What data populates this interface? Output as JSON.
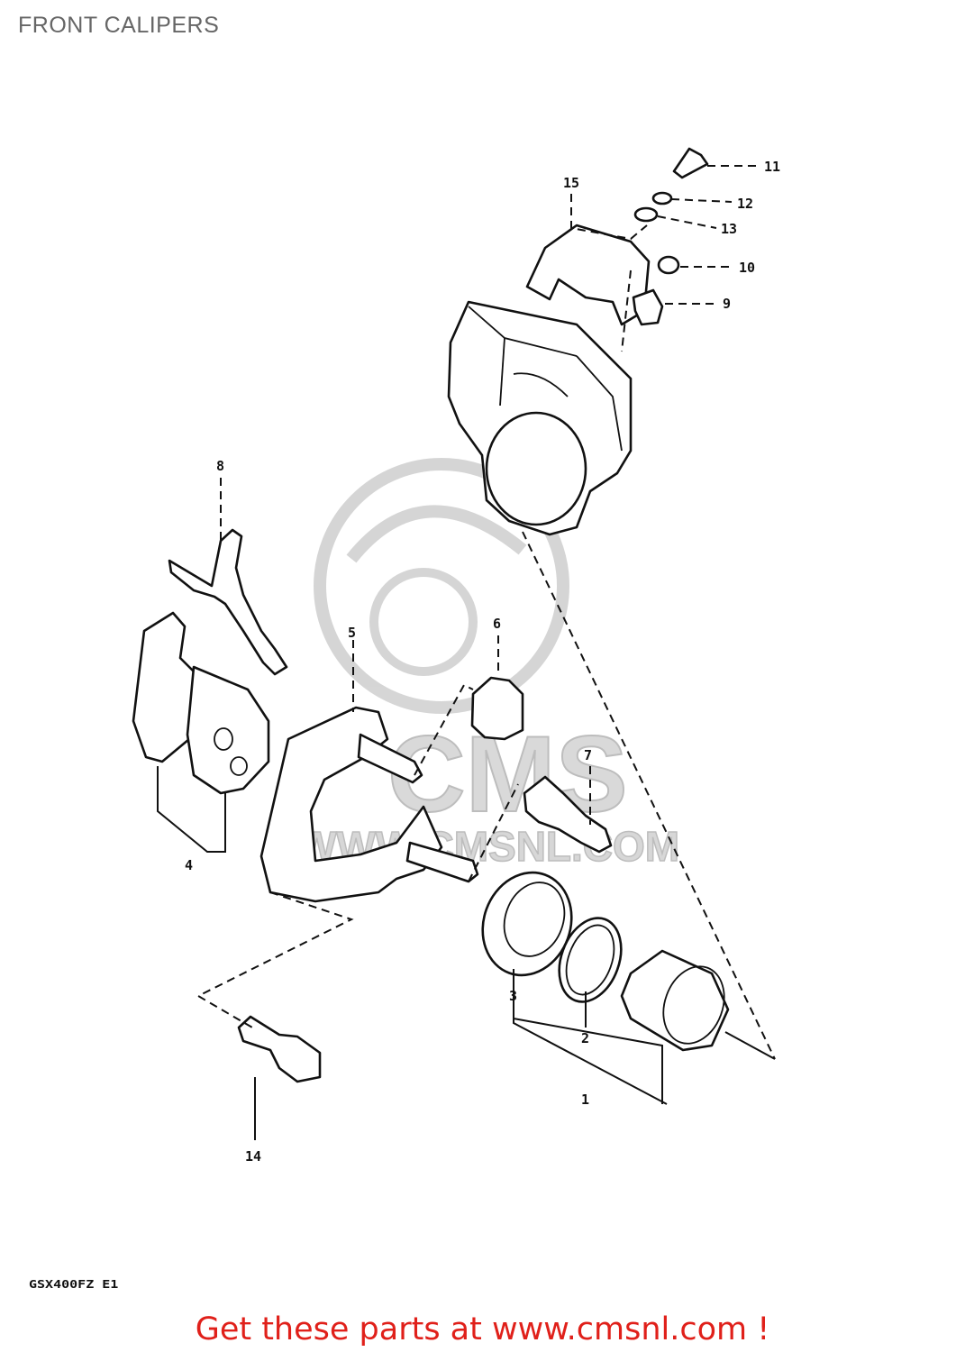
{
  "page": {
    "title": "FRONT CALIPERS"
  },
  "watermark": {
    "brand": "CMS",
    "url": "WWW.CMSNL.COM"
  },
  "callouts": [
    "1",
    "2",
    "3",
    "4",
    "5",
    "6",
    "7",
    "8",
    "9",
    "10",
    "11",
    "12",
    "13",
    "14",
    "15"
  ],
  "model_code": "GSX400FZ E1",
  "footer": {
    "cta": "Get these parts at www.cmsnl.com !"
  },
  "colors": {
    "cta": "#e0201a",
    "title": "#666666",
    "line": "#111111"
  }
}
